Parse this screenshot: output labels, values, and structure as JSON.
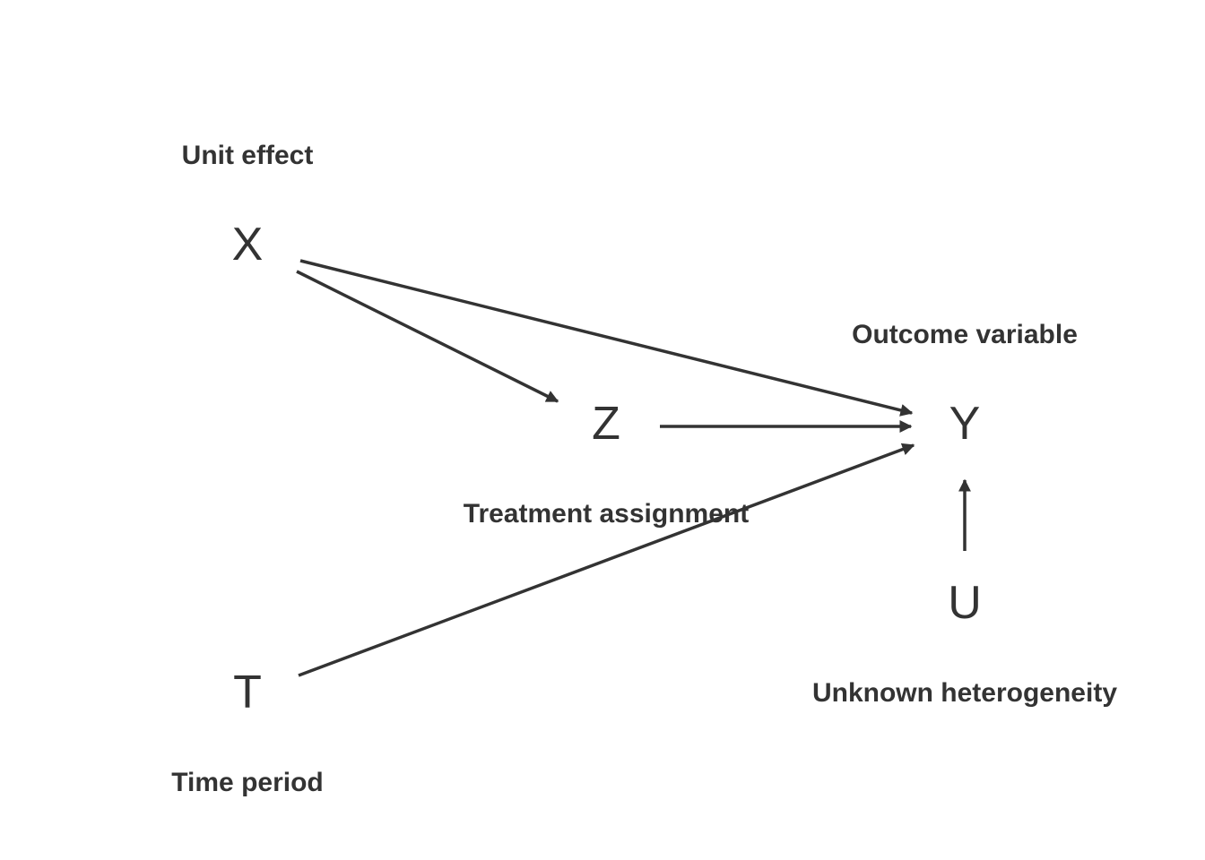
{
  "nodes": {
    "x": {
      "letter": "X",
      "caption": "Unit effect"
    },
    "z": {
      "letter": "Z",
      "caption": "Treatment assignment"
    },
    "y": {
      "letter": "Y",
      "caption": "Outcome variable"
    },
    "t": {
      "letter": "T",
      "caption": "Time period"
    },
    "u": {
      "letter": "U",
      "caption": "Unknown heterogeneity"
    }
  },
  "edges": [
    {
      "from": "X",
      "to": "Z"
    },
    {
      "from": "X",
      "to": "Y"
    },
    {
      "from": "Z",
      "to": "Y"
    },
    {
      "from": "T",
      "to": "Y"
    },
    {
      "from": "U",
      "to": "Y"
    }
  ],
  "colors": {
    "ink": "#333333",
    "background": "#ffffff"
  }
}
